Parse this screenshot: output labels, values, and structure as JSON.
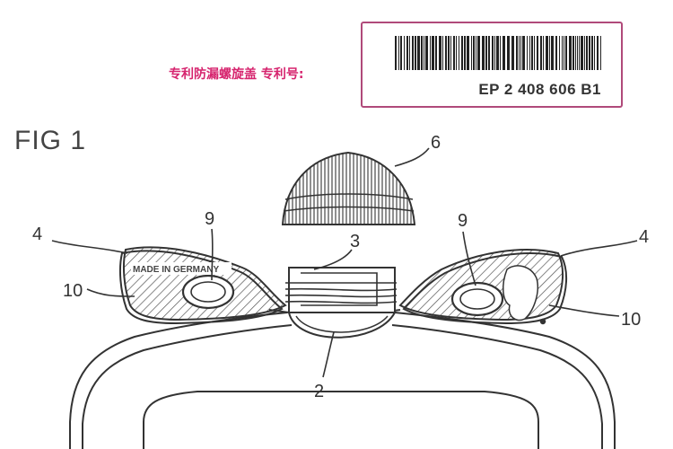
{
  "caption": "专利防漏螺旋盖 专利号:",
  "patent_number": "EP 2 408 606 B1",
  "figure_title": "FIG 1",
  "embossed_text": "MADE IN GERMANY",
  "refs": {
    "r2": "2",
    "r3": "3",
    "r4_left": "4",
    "r4_right": "4",
    "r6": "6",
    "r9_left": "9",
    "r9_right": "9",
    "r10_left": "10",
    "r10_right": "10"
  },
  "colors": {
    "caption": "#d6246e",
    "box_border": "#b04a7a",
    "line": "#333333"
  }
}
